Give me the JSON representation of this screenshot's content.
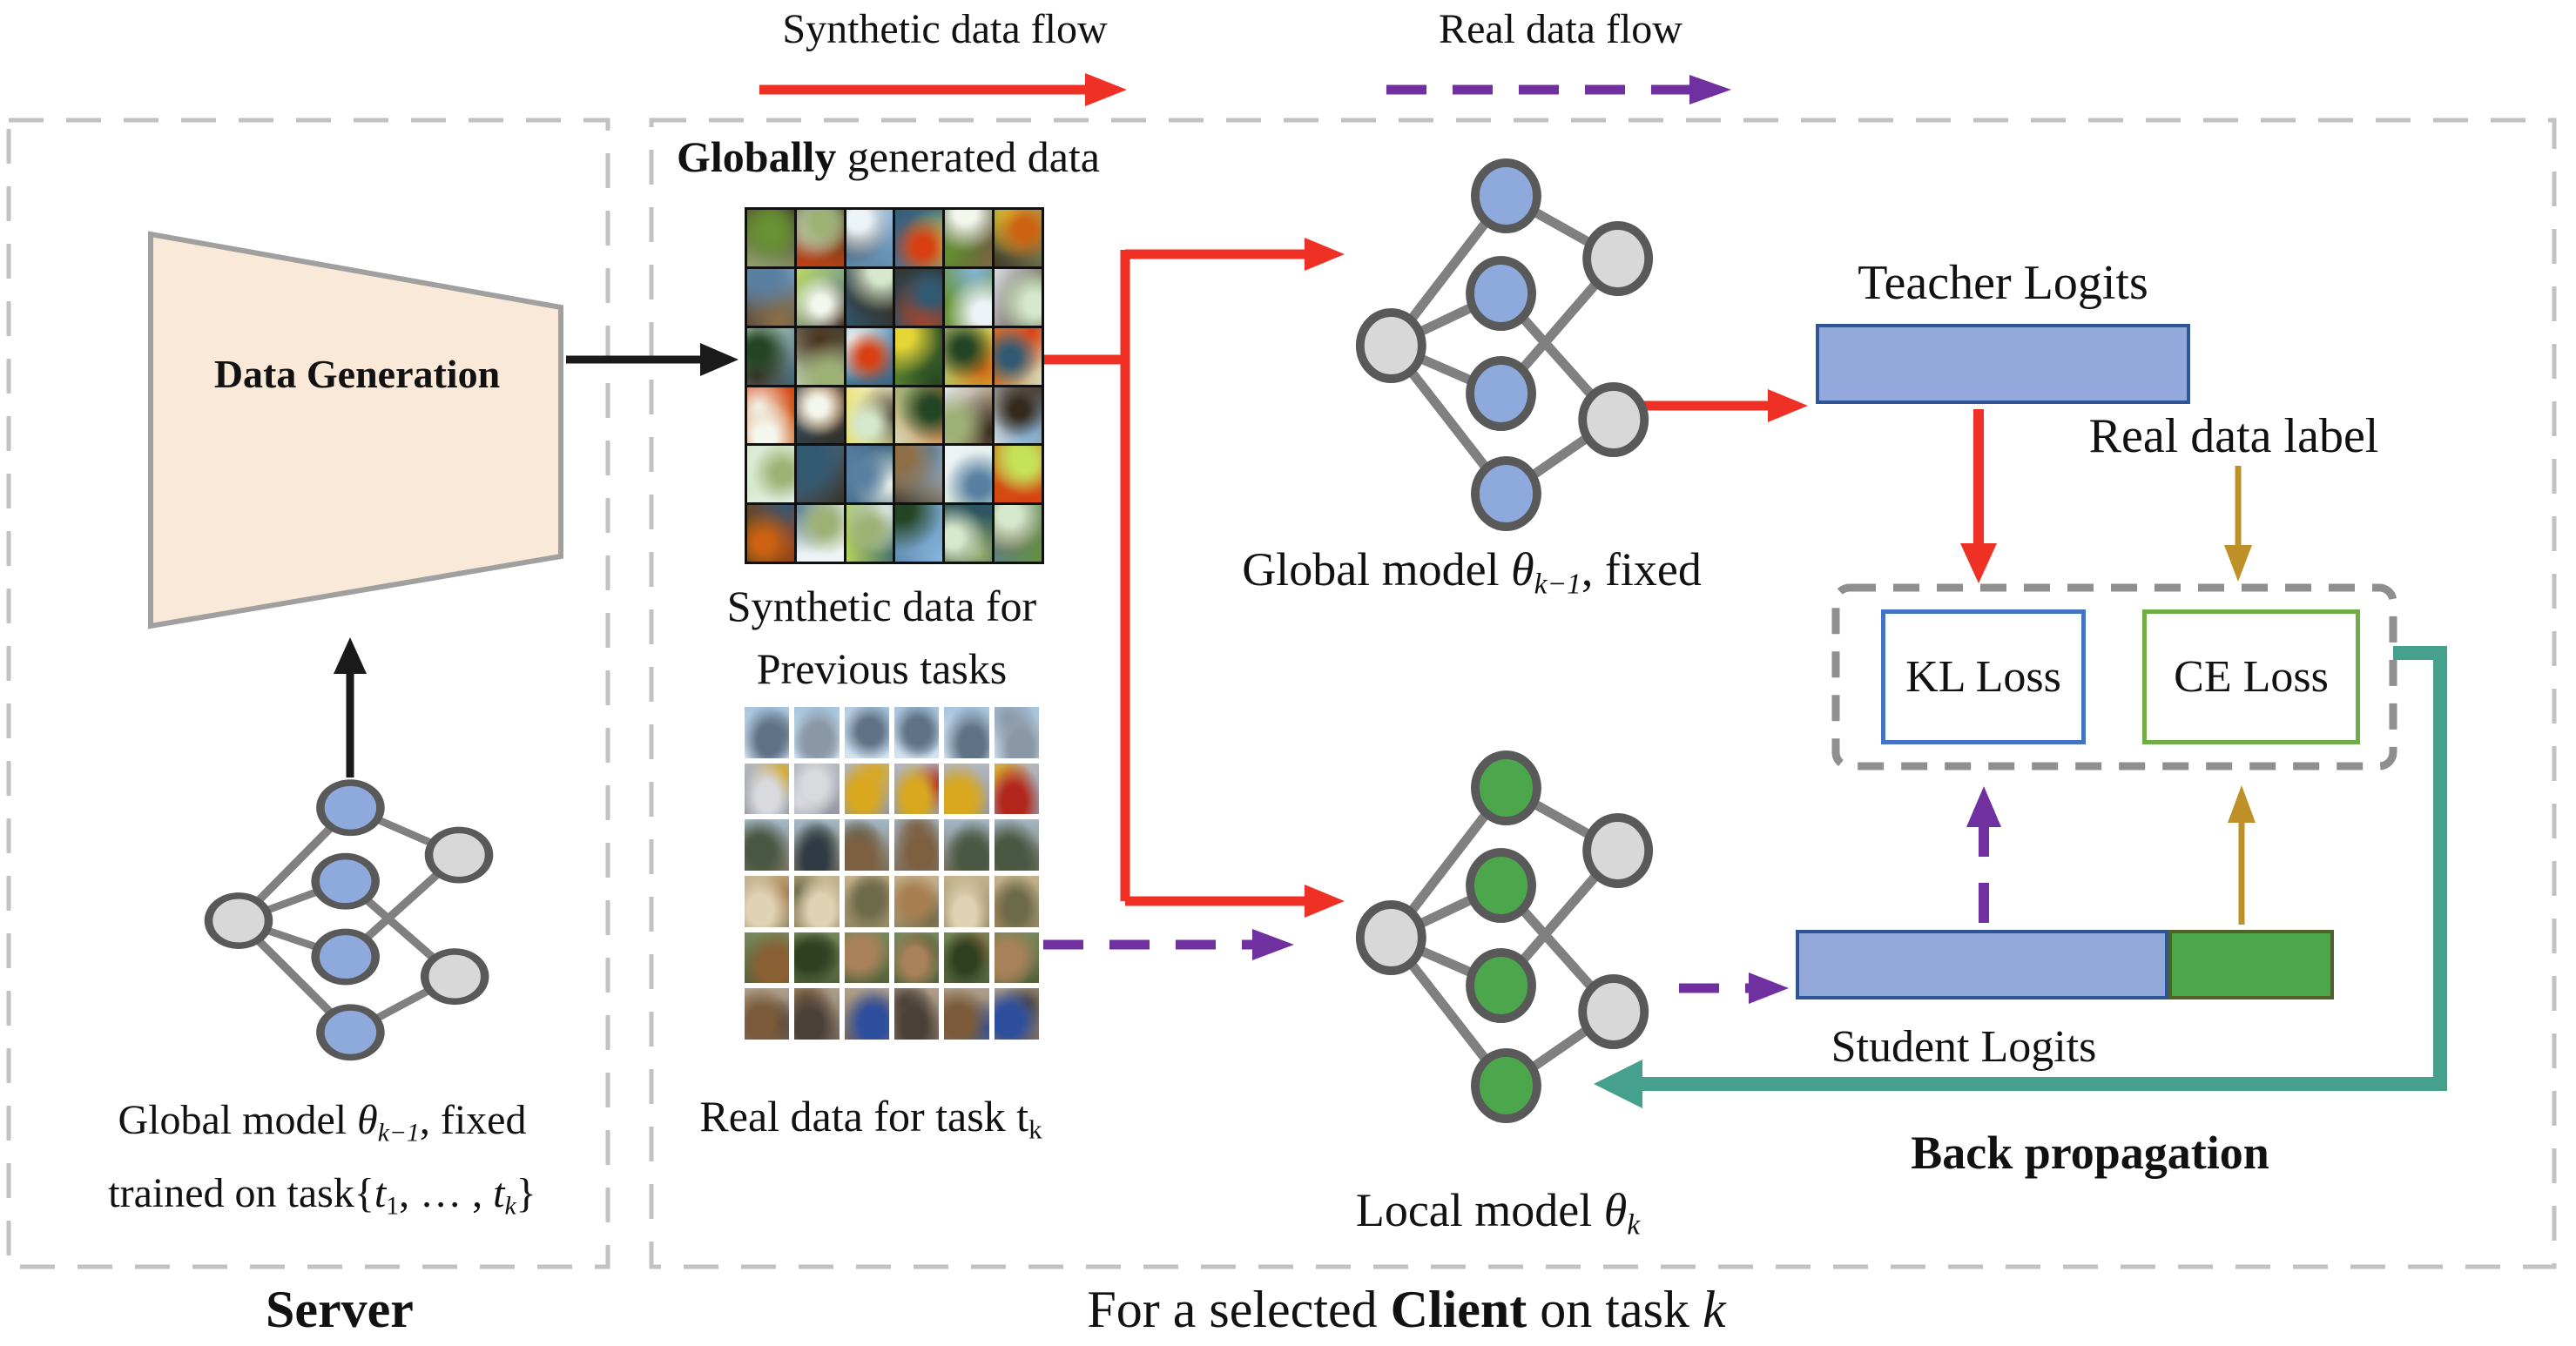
{
  "legend": {
    "synthetic_label": "Synthetic data flow",
    "real_label": "Real data flow"
  },
  "server": {
    "caption": [
      {
        "text": "Server",
        "bold": true
      }
    ],
    "data_generation_label": "Data Generation",
    "model_label_line1": [
      {
        "text": "Global model "
      },
      {
        "text": "θ",
        "italic": true
      },
      {
        "text": "k−1",
        "italic": true,
        "sub": true
      },
      {
        "text": ", fixed"
      }
    ],
    "model_label_line2": [
      {
        "text": "trained on task{"
      },
      {
        "text": "t",
        "italic": true
      },
      {
        "text": "1",
        "sub": true
      },
      {
        "text": ", … , "
      },
      {
        "text": "t",
        "italic": true
      },
      {
        "text": "k",
        "italic": true,
        "sub": true
      },
      {
        "text": "}"
      }
    ]
  },
  "client": {
    "caption": [
      {
        "text": "For a selected "
      },
      {
        "text": "Client",
        "bold": true
      },
      {
        "text": " on task "
      },
      {
        "text": "k",
        "italic": true
      }
    ],
    "heading": [
      {
        "text": "Globally",
        "bold": true
      },
      {
        "text": " generated data"
      }
    ],
    "synthetic_caption_line1": "Synthetic data for",
    "synthetic_caption_line2": "Previous tasks",
    "real_caption": [
      {
        "text": "Real data for task t"
      },
      {
        "text": "k",
        "sub": true
      }
    ],
    "global_model_label": [
      {
        "text": "Global model "
      },
      {
        "text": "θ",
        "italic": true
      },
      {
        "text": "k−1",
        "italic": true,
        "sub": true
      },
      {
        "text": ", fixed"
      }
    ],
    "local_model_label": [
      {
        "text": "Local model "
      },
      {
        "text": "θ",
        "italic": true
      },
      {
        "text": "k",
        "italic": true,
        "sub": true
      }
    ],
    "teacher_logits_label": "Teacher Logits",
    "student_logits_label": "Student Logits",
    "real_data_label": "Real data label",
    "kl_loss_label": "KL Loss",
    "ce_loss_label": "CE Loss",
    "back_propagation_label": "Back propagation"
  },
  "grids": {
    "synthetic": {
      "rows": 6,
      "cols": 6,
      "seed": 7,
      "palette": [
        "#6a8f3c",
        "#c7e06a",
        "#274427",
        "#8ab4d8",
        "#eef4f8",
        "#8a6f4d",
        "#c0641f",
        "#e3d44a",
        "#35586e",
        "#d8e8d0",
        "#46311f",
        "#9fb07c",
        "#c8431c",
        "#f4f7ef",
        "#5d7e9c",
        "#332a20"
      ]
    },
    "real": {
      "rows": 6,
      "cols": 6,
      "seed": 11,
      "row_classes": [
        "airplane",
        "automobile",
        "bird",
        "cat",
        "deer",
        "dog"
      ],
      "row_styles": {
        "airplane": {
          "bg": [
            "#9fc0dc",
            "#dce9f4"
          ],
          "blobs": [
            "#8a97a6",
            "#5f7286",
            "#c8d6e4"
          ]
        },
        "automobile": {
          "bg": [
            "#b9bcc4",
            "#8e939e"
          ],
          "blobs": [
            "#b3261c",
            "#d9a81f",
            "#d8dade"
          ]
        },
        "bird": {
          "bg": [
            "#a8c3d6",
            "#77684f"
          ],
          "blobs": [
            "#7d5f41",
            "#4a5743",
            "#2f3a44"
          ]
        },
        "cat": {
          "bg": [
            "#cdb993",
            "#8d825f"
          ],
          "blobs": [
            "#a97f51",
            "#6d6a4a",
            "#e0d2b4"
          ]
        },
        "deer": {
          "bg": [
            "#7c8f5e",
            "#4c5c36"
          ],
          "blobs": [
            "#8a5f33",
            "#a8815a",
            "#2e4020"
          ]
        },
        "dog": {
          "bg": [
            "#b7a791",
            "#6f6152"
          ],
          "blobs": [
            "#7a5a3a",
            "#2e4e9e",
            "#4a4038"
          ]
        }
      }
    }
  },
  "colors": {
    "red": "#EE3124",
    "purple": "#7030A0",
    "gold": "#BD9127",
    "teal": "#45A08D",
    "node_blue": "#8EA9DB",
    "node_green": "#4CA64C",
    "node_gray": "#D8D8D8",
    "node_stroke": "#595959",
    "edge": "#808080",
    "bar_blue_fill": "#93A9DC",
    "bar_blue_border": "#2F5597",
    "bar_green_fill": "#4CA64C",
    "bar_green_border": "#4F6228",
    "trapezoid_fill": "#FAE8D9",
    "trapezoid_stroke": "#A0A0A0",
    "box_dash": "#C2C2C2",
    "loss_dash": "#8F8F8F",
    "kl_border": "#4472C4",
    "ce_border": "#70AD47",
    "black": "#1A1A1A"
  }
}
